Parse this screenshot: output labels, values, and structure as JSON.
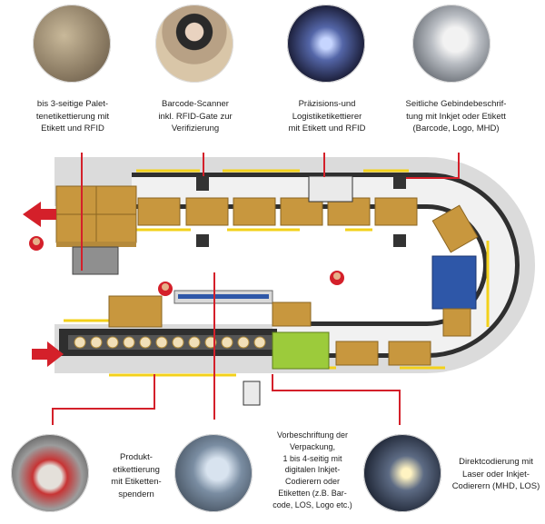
{
  "top_captions": [
    {
      "lines": [
        "bis 3-seitige Palet-",
        "tenetikettierung mit",
        "Etikett und RFID"
      ]
    },
    {
      "lines": [
        "Barcode-Scanner",
        "inkl. RFID-Gate zur",
        "Verifizierung"
      ]
    },
    {
      "lines": [
        "Präzisions-und",
        "Logistiketikettierer",
        "mit Etikett und RFID"
      ]
    },
    {
      "lines": [
        "Seitliche Gebindebeschrif-",
        "tung mit Inkjet oder Etikett",
        "(Barcode, Logo, MHD)"
      ]
    }
  ],
  "bottom_captions": [
    {
      "lines": [
        "Produkt-",
        "etikettierung",
        "mit Etiketten-",
        "spendern"
      ]
    },
    {
      "lines": [
        "Vorbeschriftung der",
        "Verpackung,",
        "1 bis 4-seitig mit",
        "digitalen Inkjet-",
        "Codierern oder",
        "Etiketten (z.B. Bar-",
        "code, LOS, Logo etc.)"
      ]
    },
    {
      "lines": [
        "Direktcodierung mit",
        "Laser oder Inkjet-",
        "Codierern (MHD, LOS)"
      ]
    }
  ],
  "colors": {
    "accent_red": "#d4202a",
    "conveyor": "#3a3a3a",
    "conveyor_inner": "#f3f3f3",
    "box": "#c8973e",
    "rail_yellow": "#f3d11a",
    "wrapper_blue": "#2e57a8",
    "machine_green": "#9ccb3b"
  }
}
